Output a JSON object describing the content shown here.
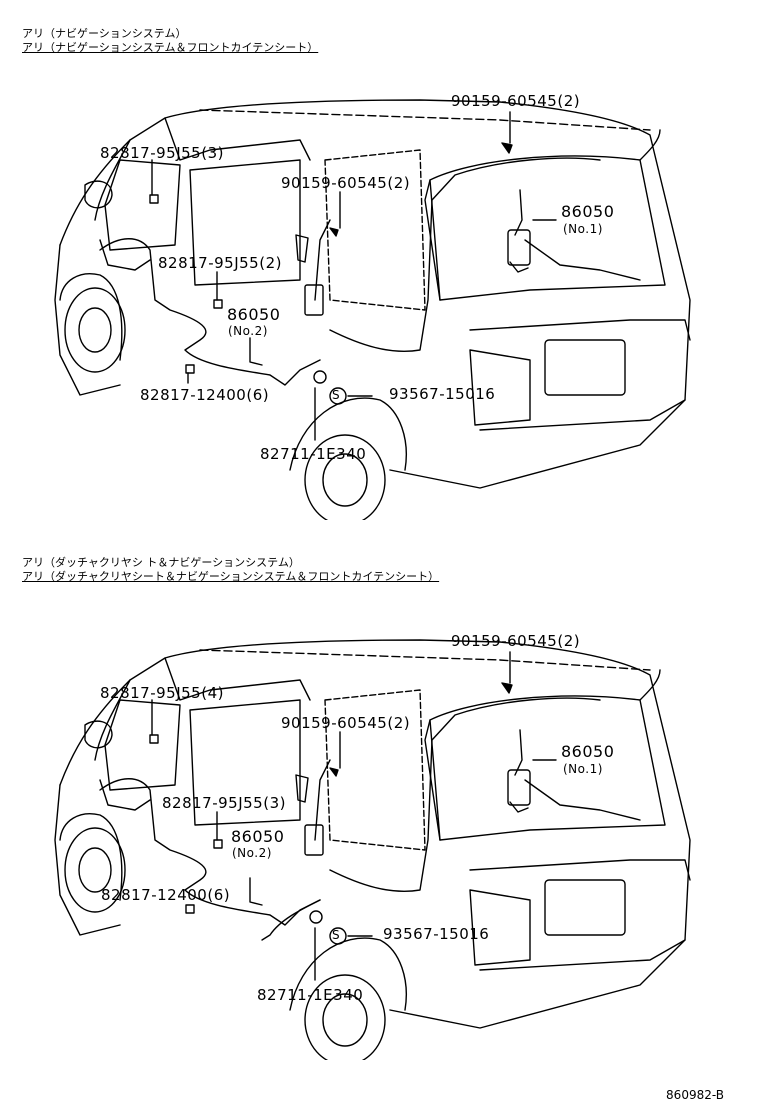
{
  "panels": [
    {
      "header_line1": "アリ（ナビゲーションシステム）",
      "header_line2": "アリ（ナビゲーションシステム＆フロントカイテンシート）",
      "labels": {
        "clip_roof": "90159-60545(2)",
        "clip_side": "90159-60545(2)",
        "clamp_front": "82817-95J55(3)",
        "clamp_mid": "82817-95J55(2)",
        "amp_rear": "86050",
        "amp_rear_sub": "(No.1)",
        "amp_mid": "86050",
        "amp_mid_sub": "(No.2)",
        "clamp_low": "82817-12400(6)",
        "grommet": "93567-15016",
        "grommet_sym": "S",
        "harness": "82711-1E340"
      }
    },
    {
      "header_line1": "アリ（ダッチャクリヤシ ト＆ナビゲーションシステム）",
      "header_line2": "アリ（ダッチャクリヤシート＆ナビゲーションシステム＆フロントカイテンシート）",
      "labels": {
        "clip_roof": "90159-60545(2)",
        "clip_side": "90159-60545(2)",
        "clamp_front": "82817-95J55(4)",
        "clamp_mid": "82817-95J55(3)",
        "amp_rear": "86050",
        "amp_rear_sub": "(No.1)",
        "amp_mid": "86050",
        "amp_mid_sub": "(No.2)",
        "clamp_low": "82817-12400(6)",
        "grommet": "93567-15016",
        "grommet_sym": "S",
        "harness": "82711-1E340"
      }
    }
  ],
  "figure_code": "860982-B"
}
